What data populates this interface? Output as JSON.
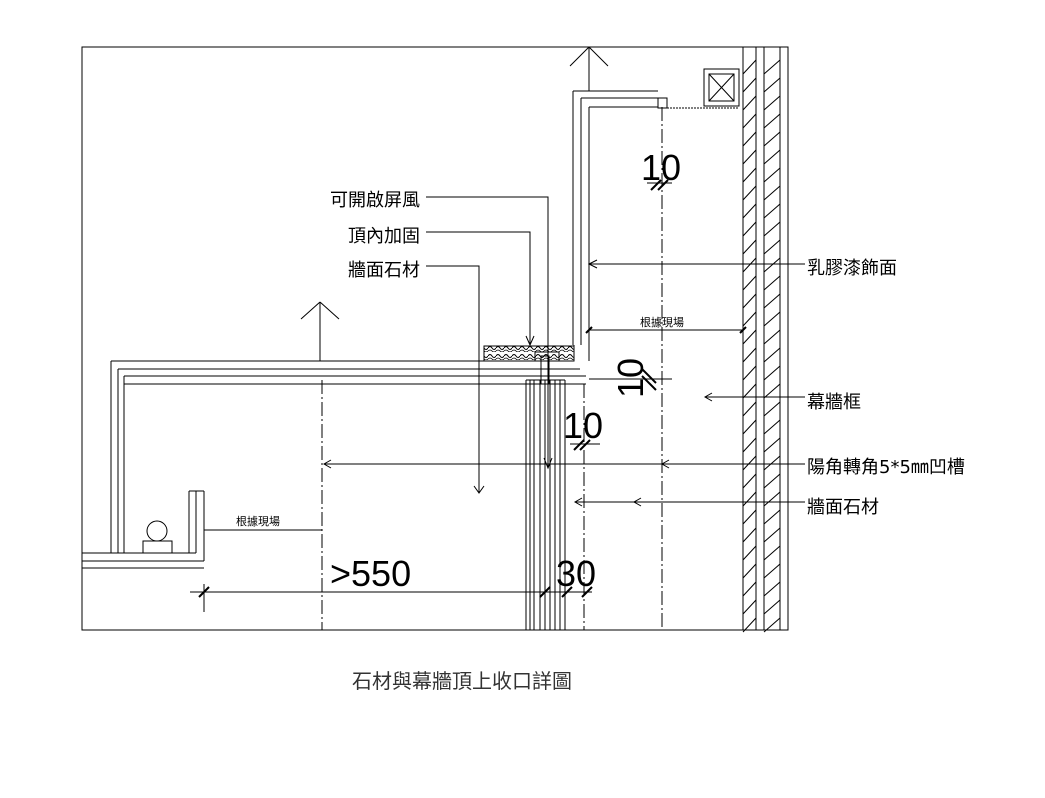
{
  "labels": {
    "openable_screen": "可開啟屏風",
    "ceiling_reinforce": "頂內加固",
    "wall_stone_1": "牆面石材",
    "latex_paint": "乳膠漆飾面",
    "curtain_frame": "幕牆框",
    "corner_groove": "陽角轉角5*5㎜凹槽",
    "wall_stone_2": "牆面石材"
  },
  "dimensions": {
    "d10_top": "10",
    "d10_mid": "10",
    "d10_low": "10",
    "d550": ">550",
    "d30": "30",
    "site_upper": "根據現場",
    "site_lower": "根據現場"
  },
  "caption": "石材與幕牆頂上收口詳圖"
}
